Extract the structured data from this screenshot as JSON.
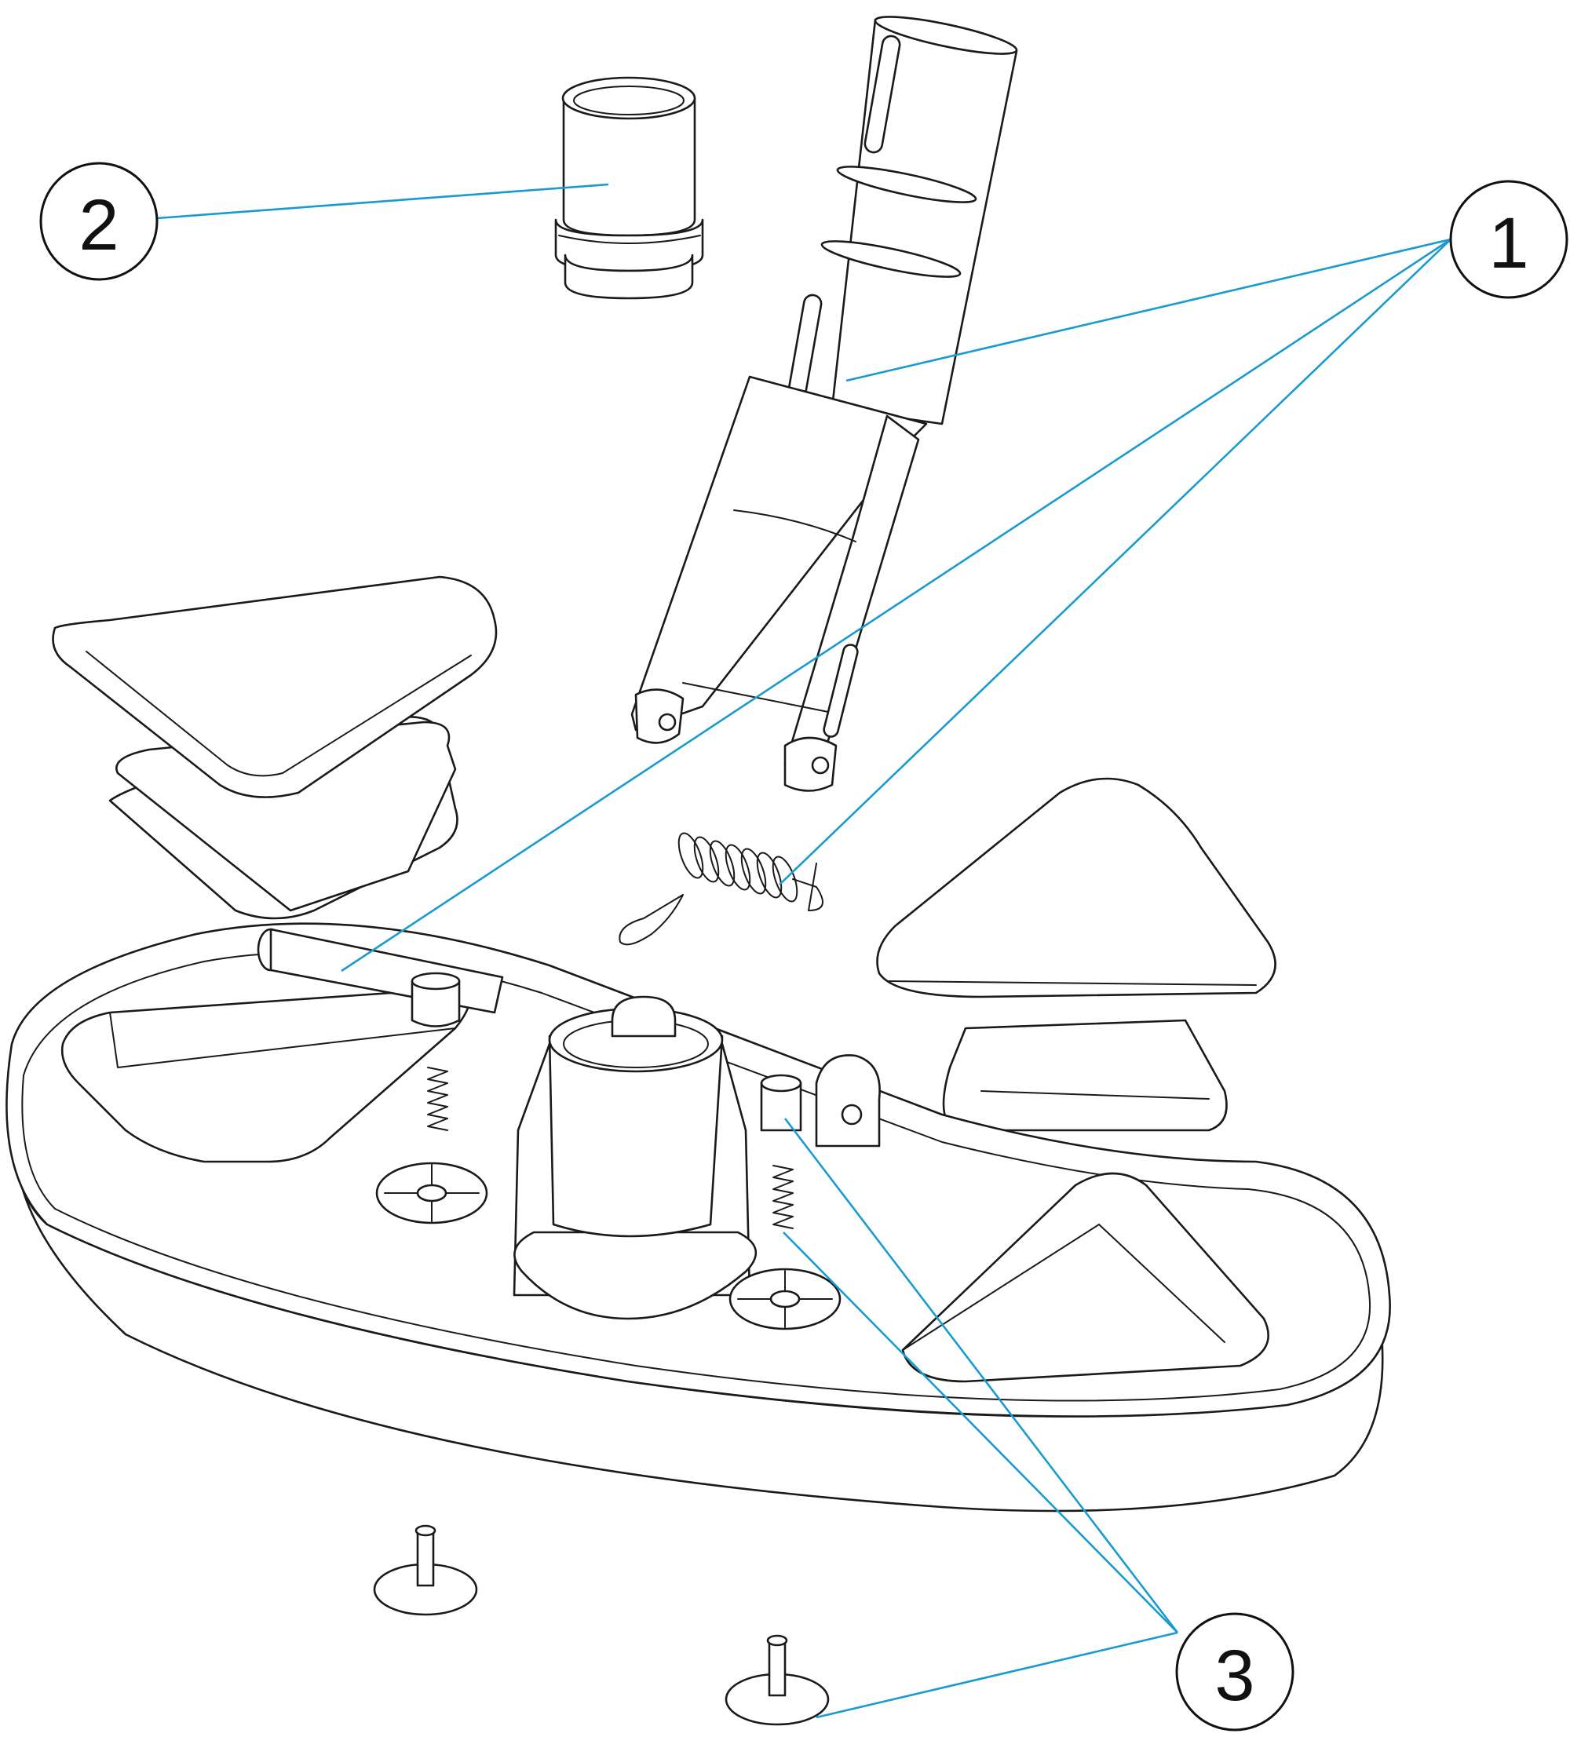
{
  "callouts": [
    {
      "number": "1"
    },
    {
      "number": "2"
    },
    {
      "number": "3"
    }
  ],
  "colors": {
    "leader": "#1a9bd0",
    "line": "#1a1a1a",
    "background": "#ffffff"
  }
}
